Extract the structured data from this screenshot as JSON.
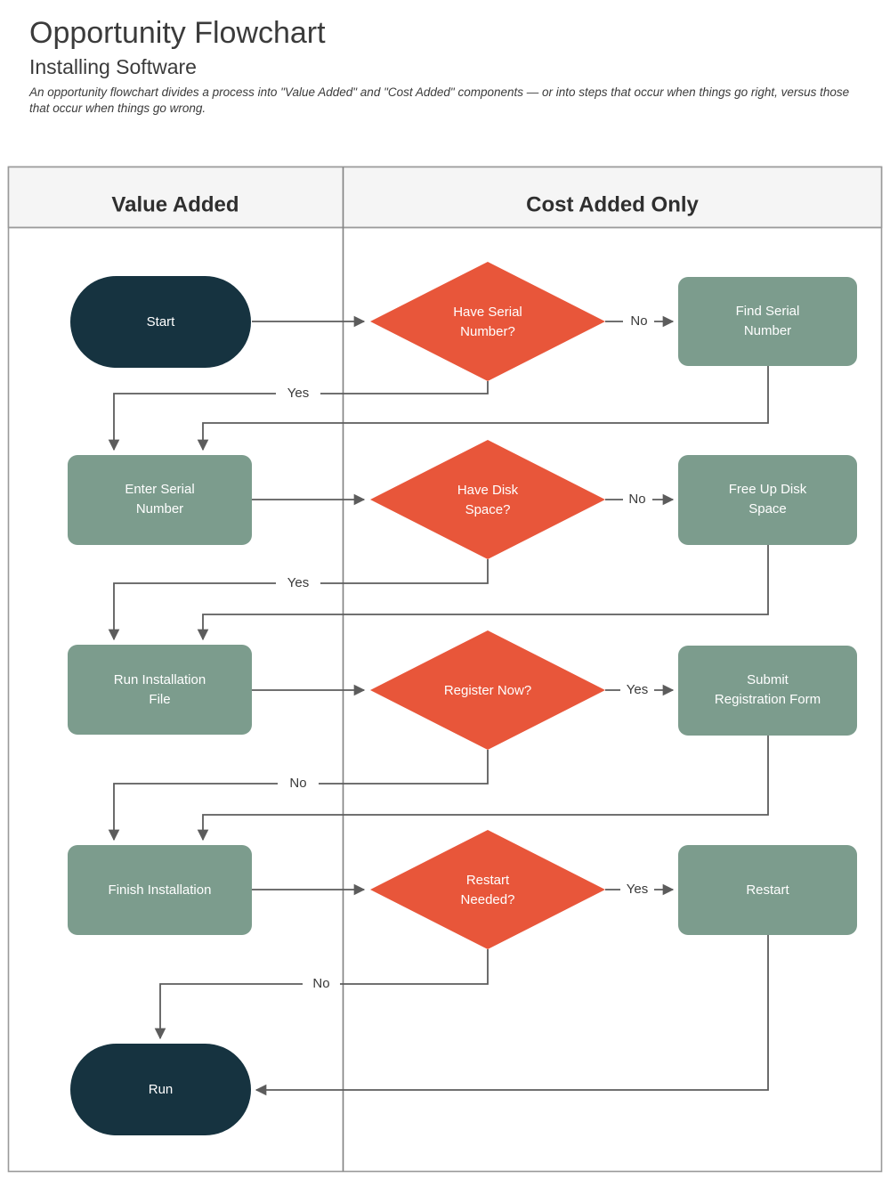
{
  "header": {
    "title": "Opportunity Flowchart",
    "subtitle": "Installing Software",
    "description": "An opportunity flowchart divides a process into \"Value Added\" and \"Cost Added\" components — or into steps that occur when things go right, versus those that occur when things go wrong."
  },
  "columns": [
    {
      "id": "value-added",
      "label": "Value Added"
    },
    {
      "id": "cost-added-only",
      "label": "Cost Added Only"
    }
  ],
  "colors": {
    "terminator": "#163340",
    "process": "#7C9C8D",
    "decision": "#E8563A",
    "connector": "#5c5c5c",
    "border": "#9a9a9a",
    "header_fill": "#F5F5F5",
    "divider": "#808080",
    "node_text": "#ffffff",
    "label_text": "#3a3a3a"
  },
  "nodes": [
    {
      "id": "start",
      "type": "terminator",
      "column": "value-added",
      "label": "Start"
    },
    {
      "id": "have-serial",
      "type": "decision",
      "column": "cost-added-only",
      "label": "Have Serial Number?",
      "line1": "Have Serial",
      "line2": "Number?"
    },
    {
      "id": "find-serial",
      "type": "process",
      "column": "cost-added-only",
      "label": "Find Serial Number",
      "line1": "Find Serial",
      "line2": "Number"
    },
    {
      "id": "enter-serial",
      "type": "process",
      "column": "value-added",
      "label": "Enter Serial Number",
      "line1": "Enter Serial",
      "line2": "Number"
    },
    {
      "id": "have-disk",
      "type": "decision",
      "column": "cost-added-only",
      "label": "Have Disk Space?",
      "line1": "Have Disk",
      "line2": "Space?"
    },
    {
      "id": "free-disk",
      "type": "process",
      "column": "cost-added-only",
      "label": "Free Up Disk Space",
      "line1": "Free Up Disk",
      "line2": "Space"
    },
    {
      "id": "run-install",
      "type": "process",
      "column": "value-added",
      "label": "Run Installation File",
      "line1": "Run Installation",
      "line2": "File"
    },
    {
      "id": "register-now",
      "type": "decision",
      "column": "cost-added-only",
      "label": "Register Now?",
      "line1": "Register Now?",
      "line2": ""
    },
    {
      "id": "submit-reg",
      "type": "process",
      "column": "cost-added-only",
      "label": "Submit Registration Form",
      "line1": "Submit",
      "line2": "Registration Form"
    },
    {
      "id": "finish-install",
      "type": "process",
      "column": "value-added",
      "label": "Finish Installation",
      "line1": "Finish Installation",
      "line2": ""
    },
    {
      "id": "restart-needed",
      "type": "decision",
      "column": "cost-added-only",
      "label": "Restart Needed?",
      "line1": "Restart",
      "line2": "Needed?"
    },
    {
      "id": "restart",
      "type": "process",
      "column": "cost-added-only",
      "label": "Restart",
      "line1": "Restart",
      "line2": ""
    },
    {
      "id": "run",
      "type": "terminator",
      "column": "value-added",
      "label": "Run"
    }
  ],
  "edges": [
    {
      "id": "e1",
      "from": "start",
      "to": "have-serial",
      "label": ""
    },
    {
      "id": "e2",
      "from": "have-serial",
      "to": "find-serial",
      "label": "No"
    },
    {
      "id": "e3",
      "from": "have-serial",
      "to": "enter-serial",
      "label": "Yes"
    },
    {
      "id": "e4",
      "from": "find-serial",
      "to": "enter-serial",
      "label": ""
    },
    {
      "id": "e5",
      "from": "enter-serial",
      "to": "have-disk",
      "label": ""
    },
    {
      "id": "e6",
      "from": "have-disk",
      "to": "free-disk",
      "label": "No"
    },
    {
      "id": "e7",
      "from": "have-disk",
      "to": "run-install",
      "label": "Yes"
    },
    {
      "id": "e8",
      "from": "free-disk",
      "to": "run-install",
      "label": ""
    },
    {
      "id": "e9",
      "from": "run-install",
      "to": "register-now",
      "label": ""
    },
    {
      "id": "e10",
      "from": "register-now",
      "to": "submit-reg",
      "label": "Yes"
    },
    {
      "id": "e11",
      "from": "register-now",
      "to": "finish-install",
      "label": "No"
    },
    {
      "id": "e12",
      "from": "submit-reg",
      "to": "finish-install",
      "label": ""
    },
    {
      "id": "e13",
      "from": "finish-install",
      "to": "restart-needed",
      "label": ""
    },
    {
      "id": "e14",
      "from": "restart-needed",
      "to": "restart",
      "label": "Yes"
    },
    {
      "id": "e15",
      "from": "restart-needed",
      "to": "run",
      "label": "No"
    },
    {
      "id": "e16",
      "from": "restart",
      "to": "run",
      "label": ""
    }
  ],
  "edge_labels": {
    "r1_no": "No",
    "r1_yes": "Yes",
    "r2_no": "No",
    "r2_yes": "Yes",
    "r3_yes": "Yes",
    "r3_no": "No",
    "r4_yes": "Yes",
    "r4_no": "No"
  }
}
